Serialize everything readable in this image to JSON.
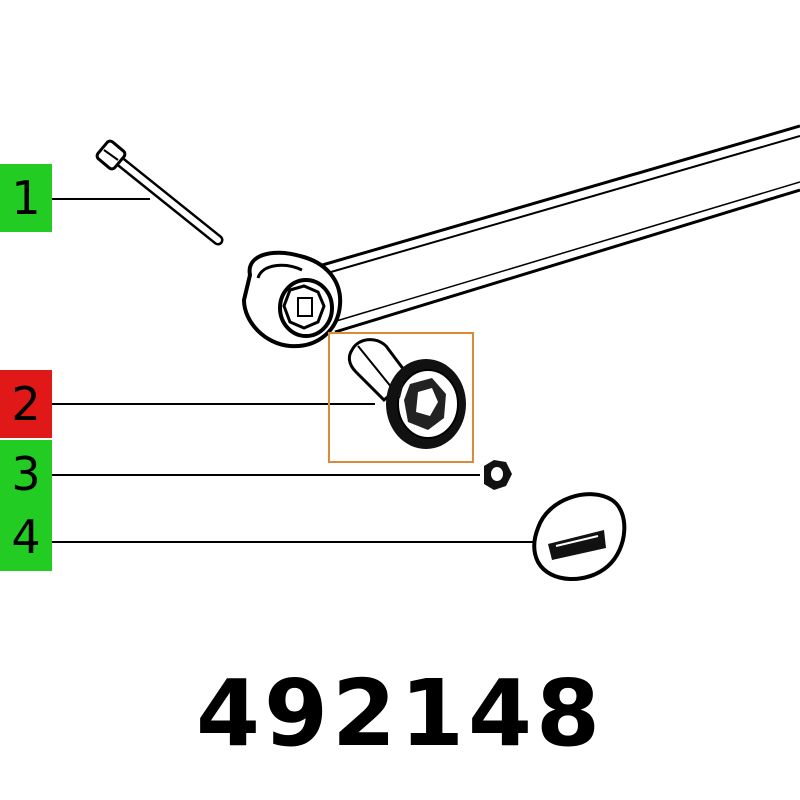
{
  "callouts": [
    {
      "label": "1",
      "status_color": "#22cc22"
    },
    {
      "label": "2",
      "status_color": "#e01818"
    },
    {
      "label": "3",
      "status_color": "#22cc22"
    },
    {
      "label": "4",
      "status_color": "#22cc22"
    }
  ],
  "highlight_color": "#d98a3a",
  "part_number": "492148"
}
